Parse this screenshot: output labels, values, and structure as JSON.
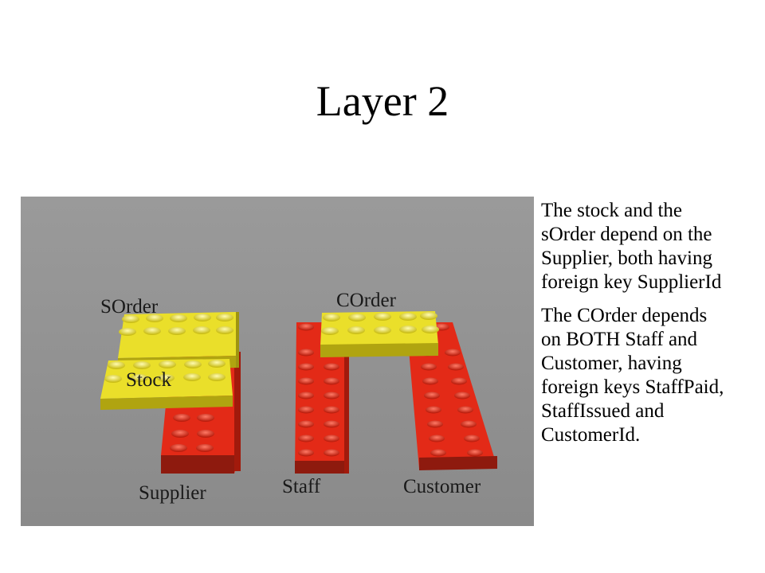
{
  "title": "Layer 2",
  "labels": {
    "sorder": "SOrder",
    "stock": "Stock",
    "supplier": "Supplier",
    "corder": "COrder",
    "staff": "Staff",
    "customer": "Customer"
  },
  "description": {
    "para1": [
      "The stock and the",
      "sOrder depend on the",
      "Supplier, both having",
      "foreign key SupplierId"
    ],
    "para2": [
      "The COrder depends",
      "on BOTH Staff and",
      "Customer, having",
      "foreign keys StaffPaid,",
      "StaffIssued  and",
      "CustomerId."
    ]
  },
  "colors": {
    "background_panel": "#8f8f8f",
    "red_brick": "#e32a17",
    "yellow_brick": "#eadf2a"
  }
}
